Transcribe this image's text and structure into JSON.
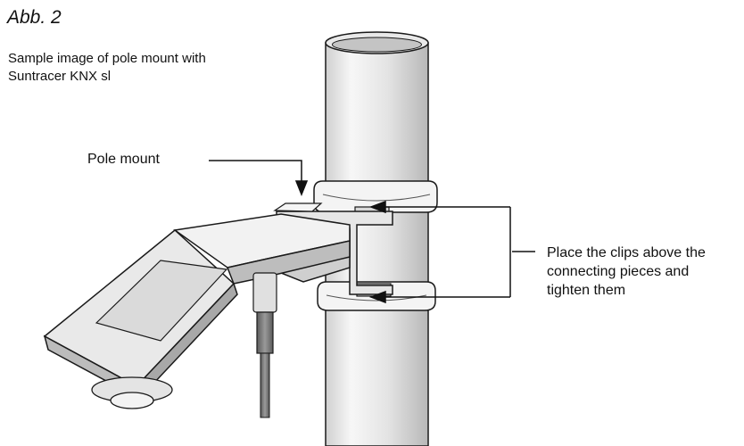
{
  "figure": {
    "title": "Abb. 2",
    "caption": "Sample image of pole mount with\nSuntracer KNX sl"
  },
  "annotations": {
    "pole_mount": "Pole mount",
    "clips": "Place the clips above the\nconnecting pieces and\ntighten them"
  },
  "colors": {
    "line": "#1a1a1a",
    "metal_light": "#f2f2f2",
    "metal_mid": "#d6d6d6",
    "metal_dark": "#a9a9a9",
    "panel": "#e3e3e3",
    "cable": "#6e6e6e"
  }
}
